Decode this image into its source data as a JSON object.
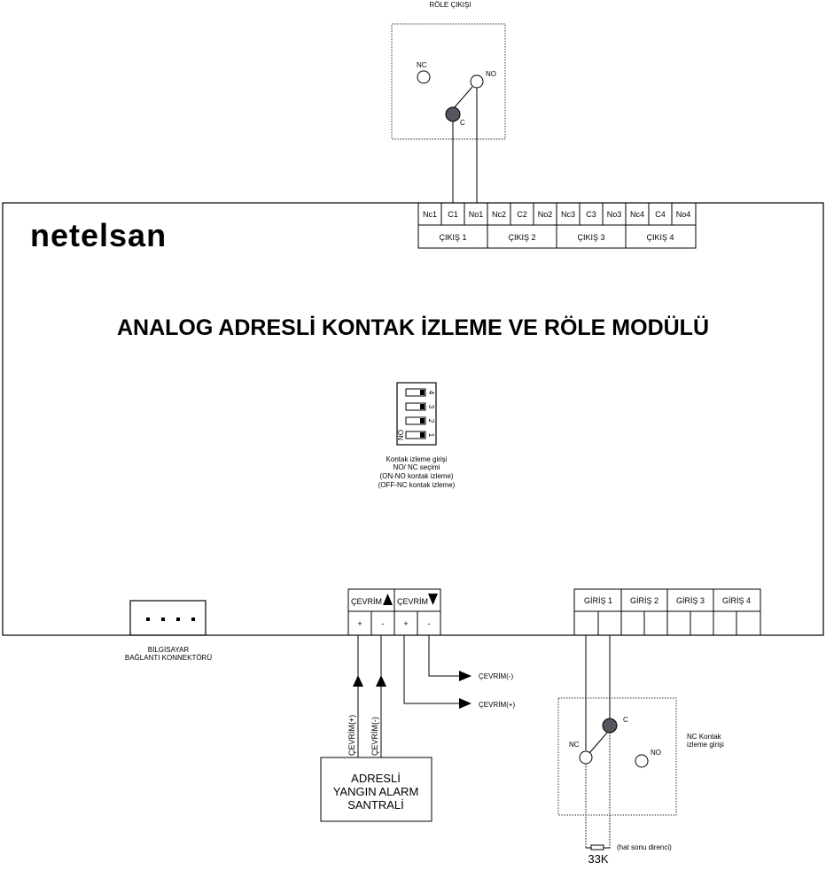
{
  "brand": "netelsan",
  "title": "ANALOG ADRESLİ KONTAK İZLEME VE RÖLE MODÜLÜ",
  "relay_output": {
    "label": "RÖLE ÇIKIŞI",
    "nc": "NC",
    "no": "NO",
    "c": "C"
  },
  "output_terminals": [
    "Nc1",
    "C1",
    "No1",
    "Nc2",
    "C2",
    "No2",
    "Nc3",
    "C3",
    "No3",
    "Nc4",
    "C4",
    "No4"
  ],
  "output_groups": [
    "ÇIKIŞ 1",
    "ÇIKIŞ 2",
    "ÇIKIŞ 3",
    "ÇIKIŞ 4"
  ],
  "dip_switch": {
    "on_label": "ON",
    "numbers": [
      "4",
      "3",
      "2",
      "1"
    ],
    "caption": [
      "Kontak izleme girişi",
      "NO/ NC seçimi",
      "(ON-NO kontak izleme)",
      "(OFF-NC kontak izleme)"
    ]
  },
  "pc_connector": {
    "label_line1": "BİLGİSAYAR",
    "label_line2": "BAĞLANTI KONNEKTÖRÜ"
  },
  "loop_terminals": {
    "header_in": "ÇEVRİM",
    "header_out": "ÇEVRİM",
    "pins": [
      "+",
      "-",
      "+",
      "-"
    ]
  },
  "loop_arrows": {
    "out_minus": "ÇEVRİM(-)",
    "out_plus": "ÇEVRİM(+)",
    "in_plus": "ÇEVRİM(+)",
    "in_minus": "ÇEVRİM(-)"
  },
  "panel_box": [
    "ADRESLİ",
    "YANGIN ALARM",
    "SANTRALİ"
  ],
  "input_groups": [
    "GİRİŞ 1",
    "GİRİŞ 2",
    "GİRİŞ 3",
    "GİRİŞ 4"
  ],
  "nc_contact": {
    "nc": "NC",
    "no": "NO",
    "c": "C",
    "caption_line1": "NC Kontak",
    "caption_line2": "izleme girişi"
  },
  "resistor": {
    "value": "33K",
    "note": "(hat sonu direnci)"
  }
}
